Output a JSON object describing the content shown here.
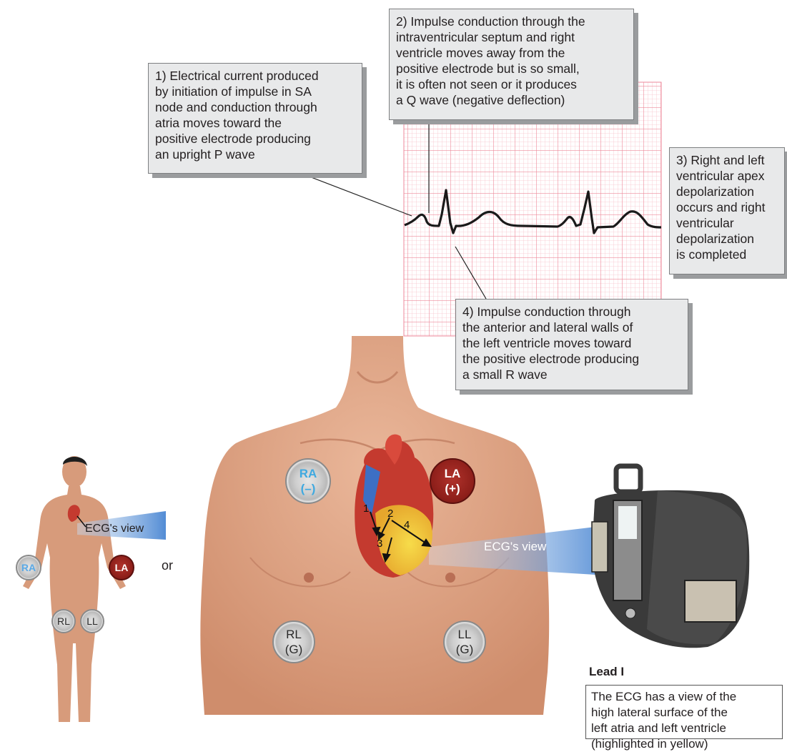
{
  "callouts": {
    "c1": "1) Electrical current produced\nby initiation of impulse in SA\nnode and conduction through\natria moves toward the\npositive electrode producing\nan upright P wave",
    "c2": "2) Impulse conduction through the\nintraventricular septum and right\nventricle moves away from the\npositive electrode but is so small,\nit is often not seen or it produces\na Q wave (negative deflection)",
    "c3": "3) Right and left\nventricular apex\ndepolarization\noccurs and right\nventricular\ndepolarization\nis completed",
    "c4": "4) Impulse conduction through\nthe anterior and lateral walls of\nthe left ventricle moves toward\nthe positive electrode producing\na small R wave"
  },
  "electrodes": {
    "ra_big": {
      "name": "RA",
      "sign": "(–)"
    },
    "la_big": {
      "name": "LA",
      "sign": "(+)"
    },
    "rl_big": {
      "name": "RL",
      "sign": "(G)"
    },
    "ll_big": {
      "name": "LL",
      "sign": "(G)"
    },
    "ra_small": "RA",
    "la_small": "LA",
    "rl_small": "RL",
    "ll_small": "LL"
  },
  "heart_steps": [
    "1",
    "2",
    "3",
    "4"
  ],
  "labels": {
    "or": "or",
    "ecg_view_small": "ECG's view",
    "ecg_view_big": "ECG's view"
  },
  "lead": {
    "title": "Lead I",
    "description": "The ECG has a view of the\nhigh lateral surface of the\nleft atria and left ventricle\n(highlighted in yellow)"
  },
  "colors": {
    "grid": "#f4a3b0",
    "skin": "#e2a888",
    "highlight_yellow": "#f5d23a",
    "view_beam": "#5b8fd6",
    "electrode_red": "#8e1f1a",
    "callout_bg": "#e8e9ea"
  }
}
